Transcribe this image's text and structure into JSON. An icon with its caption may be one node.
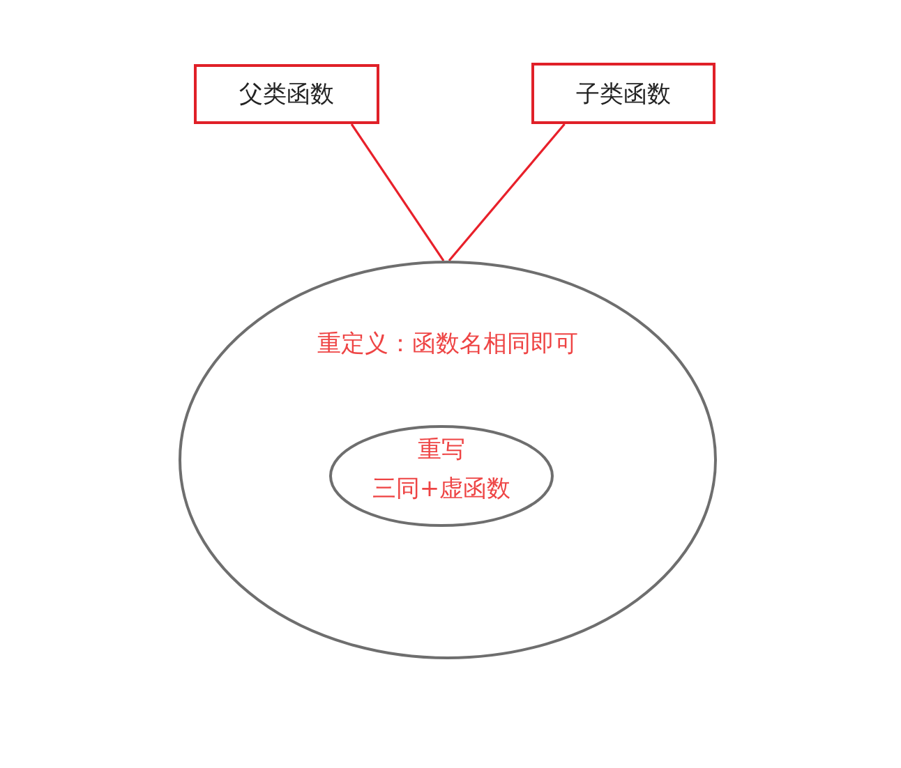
{
  "diagram": {
    "nodes": [
      {
        "text": [
          "父类函数"
        ]
      },
      {
        "text": [
          "子类函数"
        ]
      },
      {
        "text": [
          "重定义：函数名相同即可"
        ]
      },
      {
        "text": [
          "重写",
          "三同+虚函数"
        ],
        "in": 2
      }
    ],
    "edges": [
      {
        "from": 0,
        "to": 2,
        "arrow": "none",
        "color": "#e8202a"
      },
      {
        "from": 1,
        "to": 2,
        "arrow": "none",
        "color": "#e8202a"
      }
    ]
  }
}
